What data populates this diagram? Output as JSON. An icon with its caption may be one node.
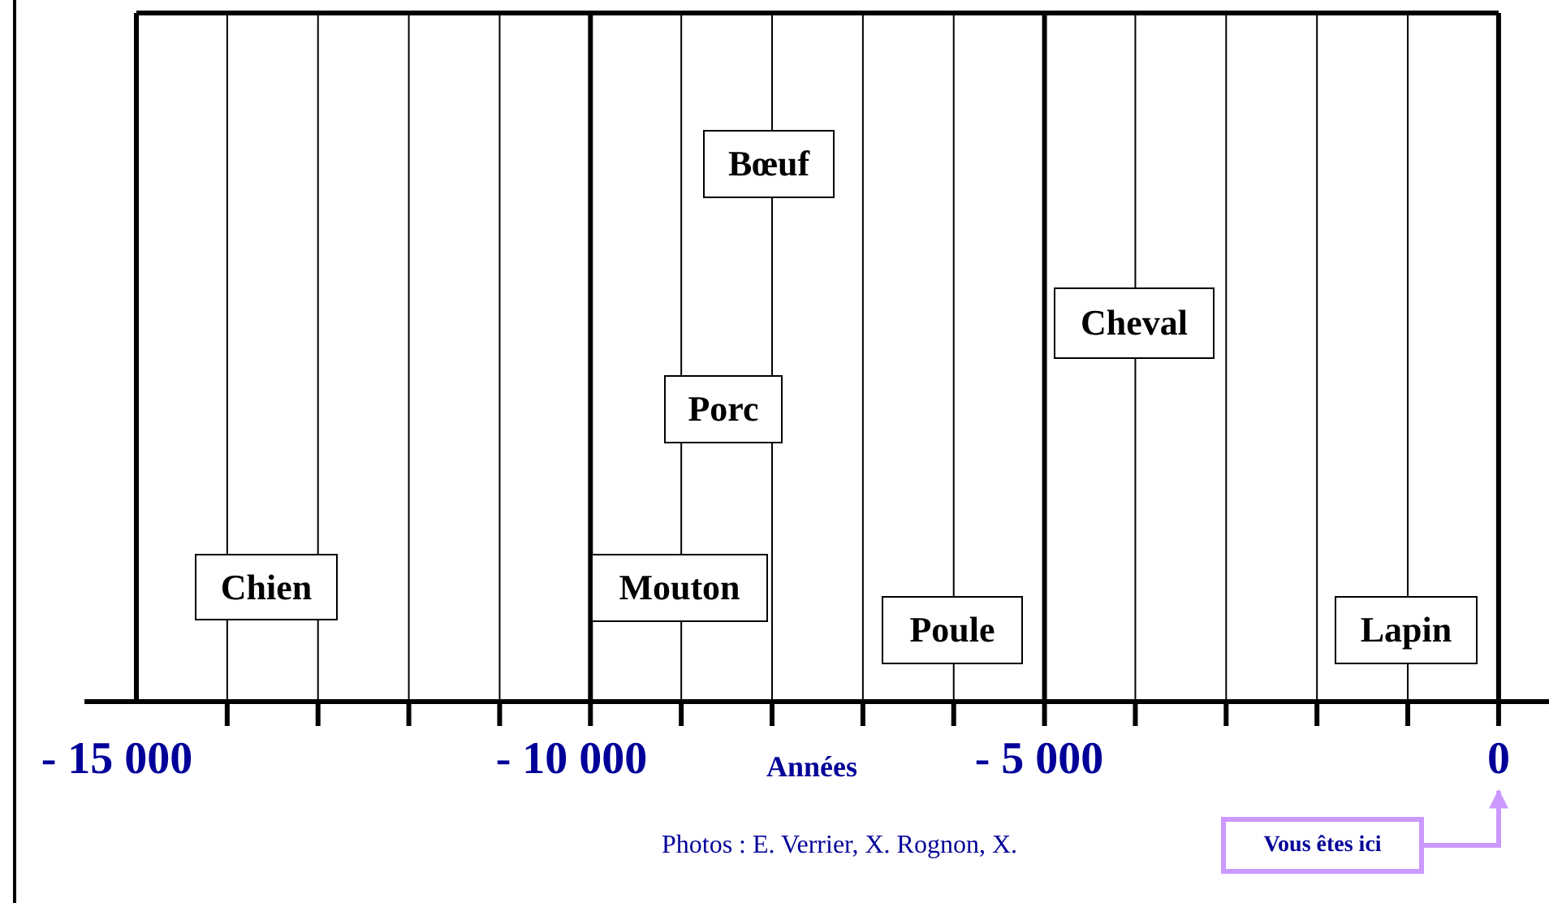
{
  "diagram": {
    "nodes": [
      {
        "text": [
          "Bœuf"
        ]
      },
      {
        "text": [
          "Cheval"
        ]
      },
      {
        "text": [
          "Porc"
        ]
      },
      {
        "text": [
          "Chien"
        ]
      },
      {
        "text": [
          "Mouton"
        ]
      },
      {
        "text": [
          "Poule"
        ]
      },
      {
        "text": [
          "Lapin"
        ]
      },
      {
        "text": [
          "0"
        ]
      },
      {
        "text": [
          "Vous êtes ici"
        ]
      }
    ],
    "edges": [
      {
        "from": 8,
        "to": 7,
        "arrow": "to",
        "color": "#cc99ff"
      }
    ],
    "labels": [
      "- 15 000",
      "- 10 000",
      "Années",
      "- 5 000",
      "Photos : E. Verrier, X. Rognon, X."
    ]
  }
}
